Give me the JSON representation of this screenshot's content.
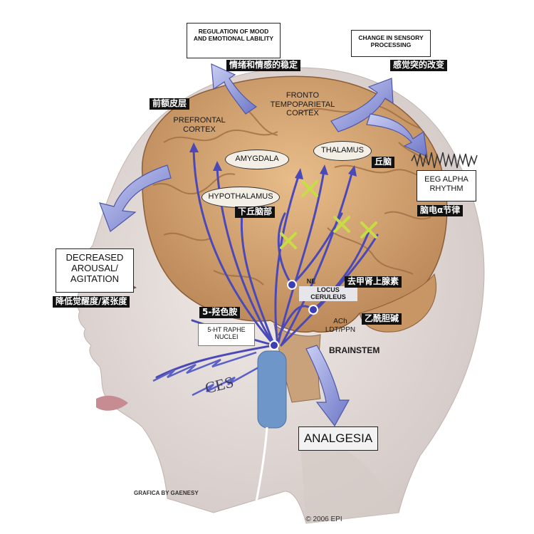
{
  "labels": {
    "mood_box": "REGULATION OF MOOD AND EMOTIONAL LABILITY",
    "mood_cn": "情绪和情感的稳定",
    "sensory_box": "CHANGE IN SENSORY PROCESSING",
    "sensory_cn": "感觉突的改变",
    "prefrontal_cn": "前额皮层",
    "prefrontal": "PREFRONTAL CORTEX",
    "fronto": "FRONTO TEMPOPARIETAL CORTEX",
    "amygdala": "AMYGDALA",
    "thalamus": "THALAMUS",
    "thalamus_cn": "丘脑",
    "hypothalamus": "HYPOTHALAMUS",
    "hypothalamus_cn": "下丘脑部",
    "eeg_box": "EEG ALPHA RHYTHM",
    "eeg_cn": "脑电α节律",
    "arousal_box": "DECREASED AROUSAL/ AGITATION",
    "arousal_cn": "降低觉醒度/紧张度",
    "ne": "NE",
    "locus": "LOCUS CERULEUS",
    "ne_cn": "去甲肾上腺素",
    "serotonin_cn": "5-羟色胺",
    "raphe": "5-HT RAPHE NUCLEI",
    "ach": "ACh LDT/PPN",
    "ach_cn": "乙酰胆碱",
    "brainstem": "BRAINSTEM",
    "ces": "CES",
    "analgesia": "ANALGESIA",
    "credit": "GRAFICA BY GAENESY",
    "copyright": "© 2006 EPI"
  },
  "colors": {
    "brain": "#d9a774",
    "skin": "#e6dedb",
    "pathway": "#4b49b8",
    "arrow": "#8f97d9",
    "cross": "#c7dd44",
    "electrode": "#6f96c9"
  }
}
